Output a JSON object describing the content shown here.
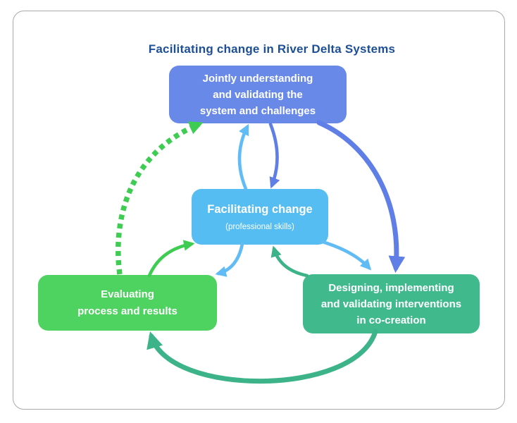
{
  "card": {
    "title": "Facilitating change in River Delta Systems"
  },
  "palette": {
    "title_color": "#1d4f96",
    "card_border": "#a9a9ad",
    "box_top": "#6989e9",
    "box_center": "#55bdf2",
    "box_left": "#4fd360",
    "box_right": "#40ba8d",
    "arrow_blue": "#5f7fe6",
    "arrow_lightblue": "#61bcf5",
    "arrow_green": "#3ecc52",
    "arrow_teal": "#3cb389",
    "text_on_box": "#ffffff"
  },
  "boxes": {
    "top": {
      "l1": "Jointly understanding",
      "l2": "and validating the",
      "l3": "system and challenges"
    },
    "center": {
      "title": "Facilitating change",
      "subtitle": "(professional skills)"
    },
    "left": {
      "l1": "Evaluating",
      "l2": "process and results"
    },
    "right": {
      "l1": "Designing, implementing",
      "l2": "and validating interventions",
      "l3": "in co-creation"
    }
  },
  "arrows": {
    "center_to_top": {
      "from": "facilitating-change",
      "to": "jointly-understanding",
      "style": "solid",
      "color": "#61bcf5"
    },
    "top_to_center": {
      "from": "jointly-understanding",
      "to": "facilitating-change",
      "style": "solid",
      "color": "#5f7fe6"
    },
    "top_to_right": {
      "from": "jointly-understanding",
      "to": "designing-implementing",
      "style": "solid",
      "color": "#5f7fe6"
    },
    "center_to_right": {
      "from": "facilitating-change",
      "to": "designing-implementing",
      "style": "solid",
      "color": "#61bcf5"
    },
    "right_to_center": {
      "from": "designing-implementing",
      "to": "facilitating-change",
      "style": "solid",
      "color": "#3cb389"
    },
    "center_to_left": {
      "from": "facilitating-change",
      "to": "evaluating",
      "style": "solid",
      "color": "#61bcf5"
    },
    "left_to_center": {
      "from": "evaluating",
      "to": "facilitating-change",
      "style": "solid",
      "color": "#3ecc52"
    },
    "right_to_left": {
      "from": "designing-implementing",
      "to": "evaluating",
      "style": "solid",
      "color": "#3cb389"
    },
    "left_to_top": {
      "from": "evaluating",
      "to": "jointly-understanding",
      "style": "dashed",
      "color": "#3ecc52"
    }
  }
}
